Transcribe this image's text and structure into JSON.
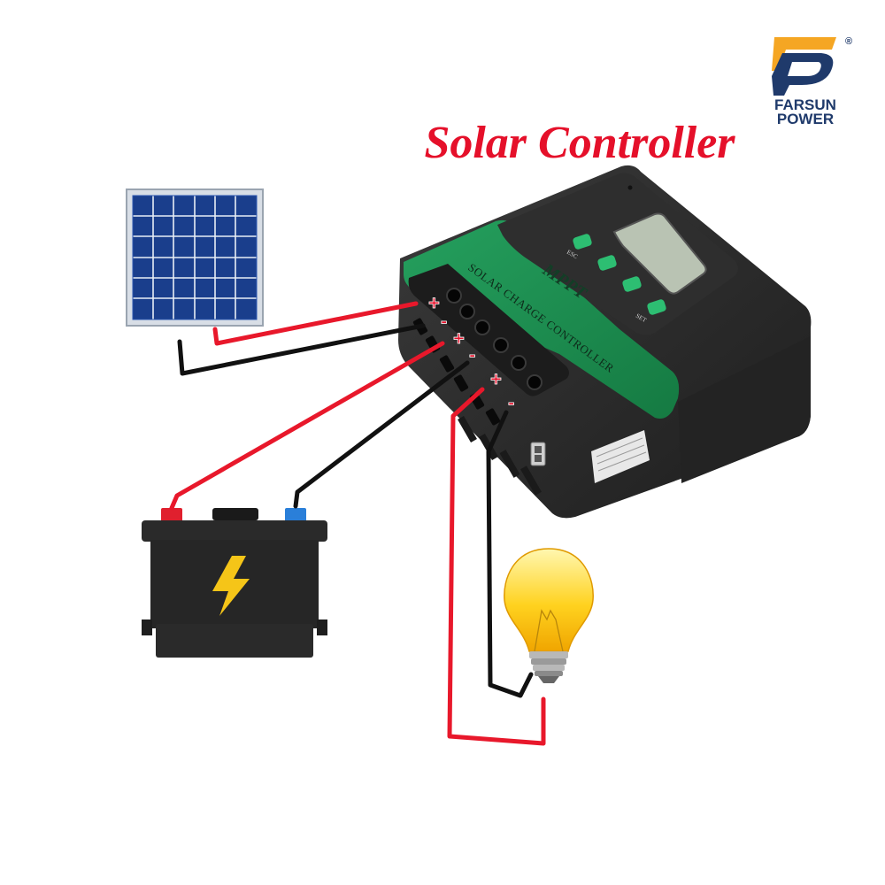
{
  "title": "Solar Controller",
  "brand": {
    "line1": "FARSUN",
    "line2": "POWER",
    "registered": "®",
    "colors": {
      "orange": "#F5A623",
      "navy": "#1F3A6B"
    }
  },
  "controller": {
    "label": "SOLAR CHARGE CONTROLLER",
    "badge": "MPPT",
    "buttons": [
      "ESC",
      "SET"
    ],
    "body_color": "#2C2C2C",
    "panel_color": "#1E8A4F"
  },
  "terminals": {
    "pv": {
      "plus": "+",
      "minus": "-"
    },
    "battery": {
      "plus": "+",
      "minus": "-"
    },
    "load": {
      "plus": "+",
      "minus": "-"
    }
  },
  "icons": {
    "solar_panel": "solar-panel-icon",
    "battery": "battery-icon",
    "bolt": "lightning-bolt-icon",
    "bulb": "light-bulb-icon"
  },
  "colors": {
    "title": "#E5102A",
    "wire_positive": "#E8182B",
    "wire_negative": "#111111",
    "terminal_sign": "#E5102A"
  }
}
